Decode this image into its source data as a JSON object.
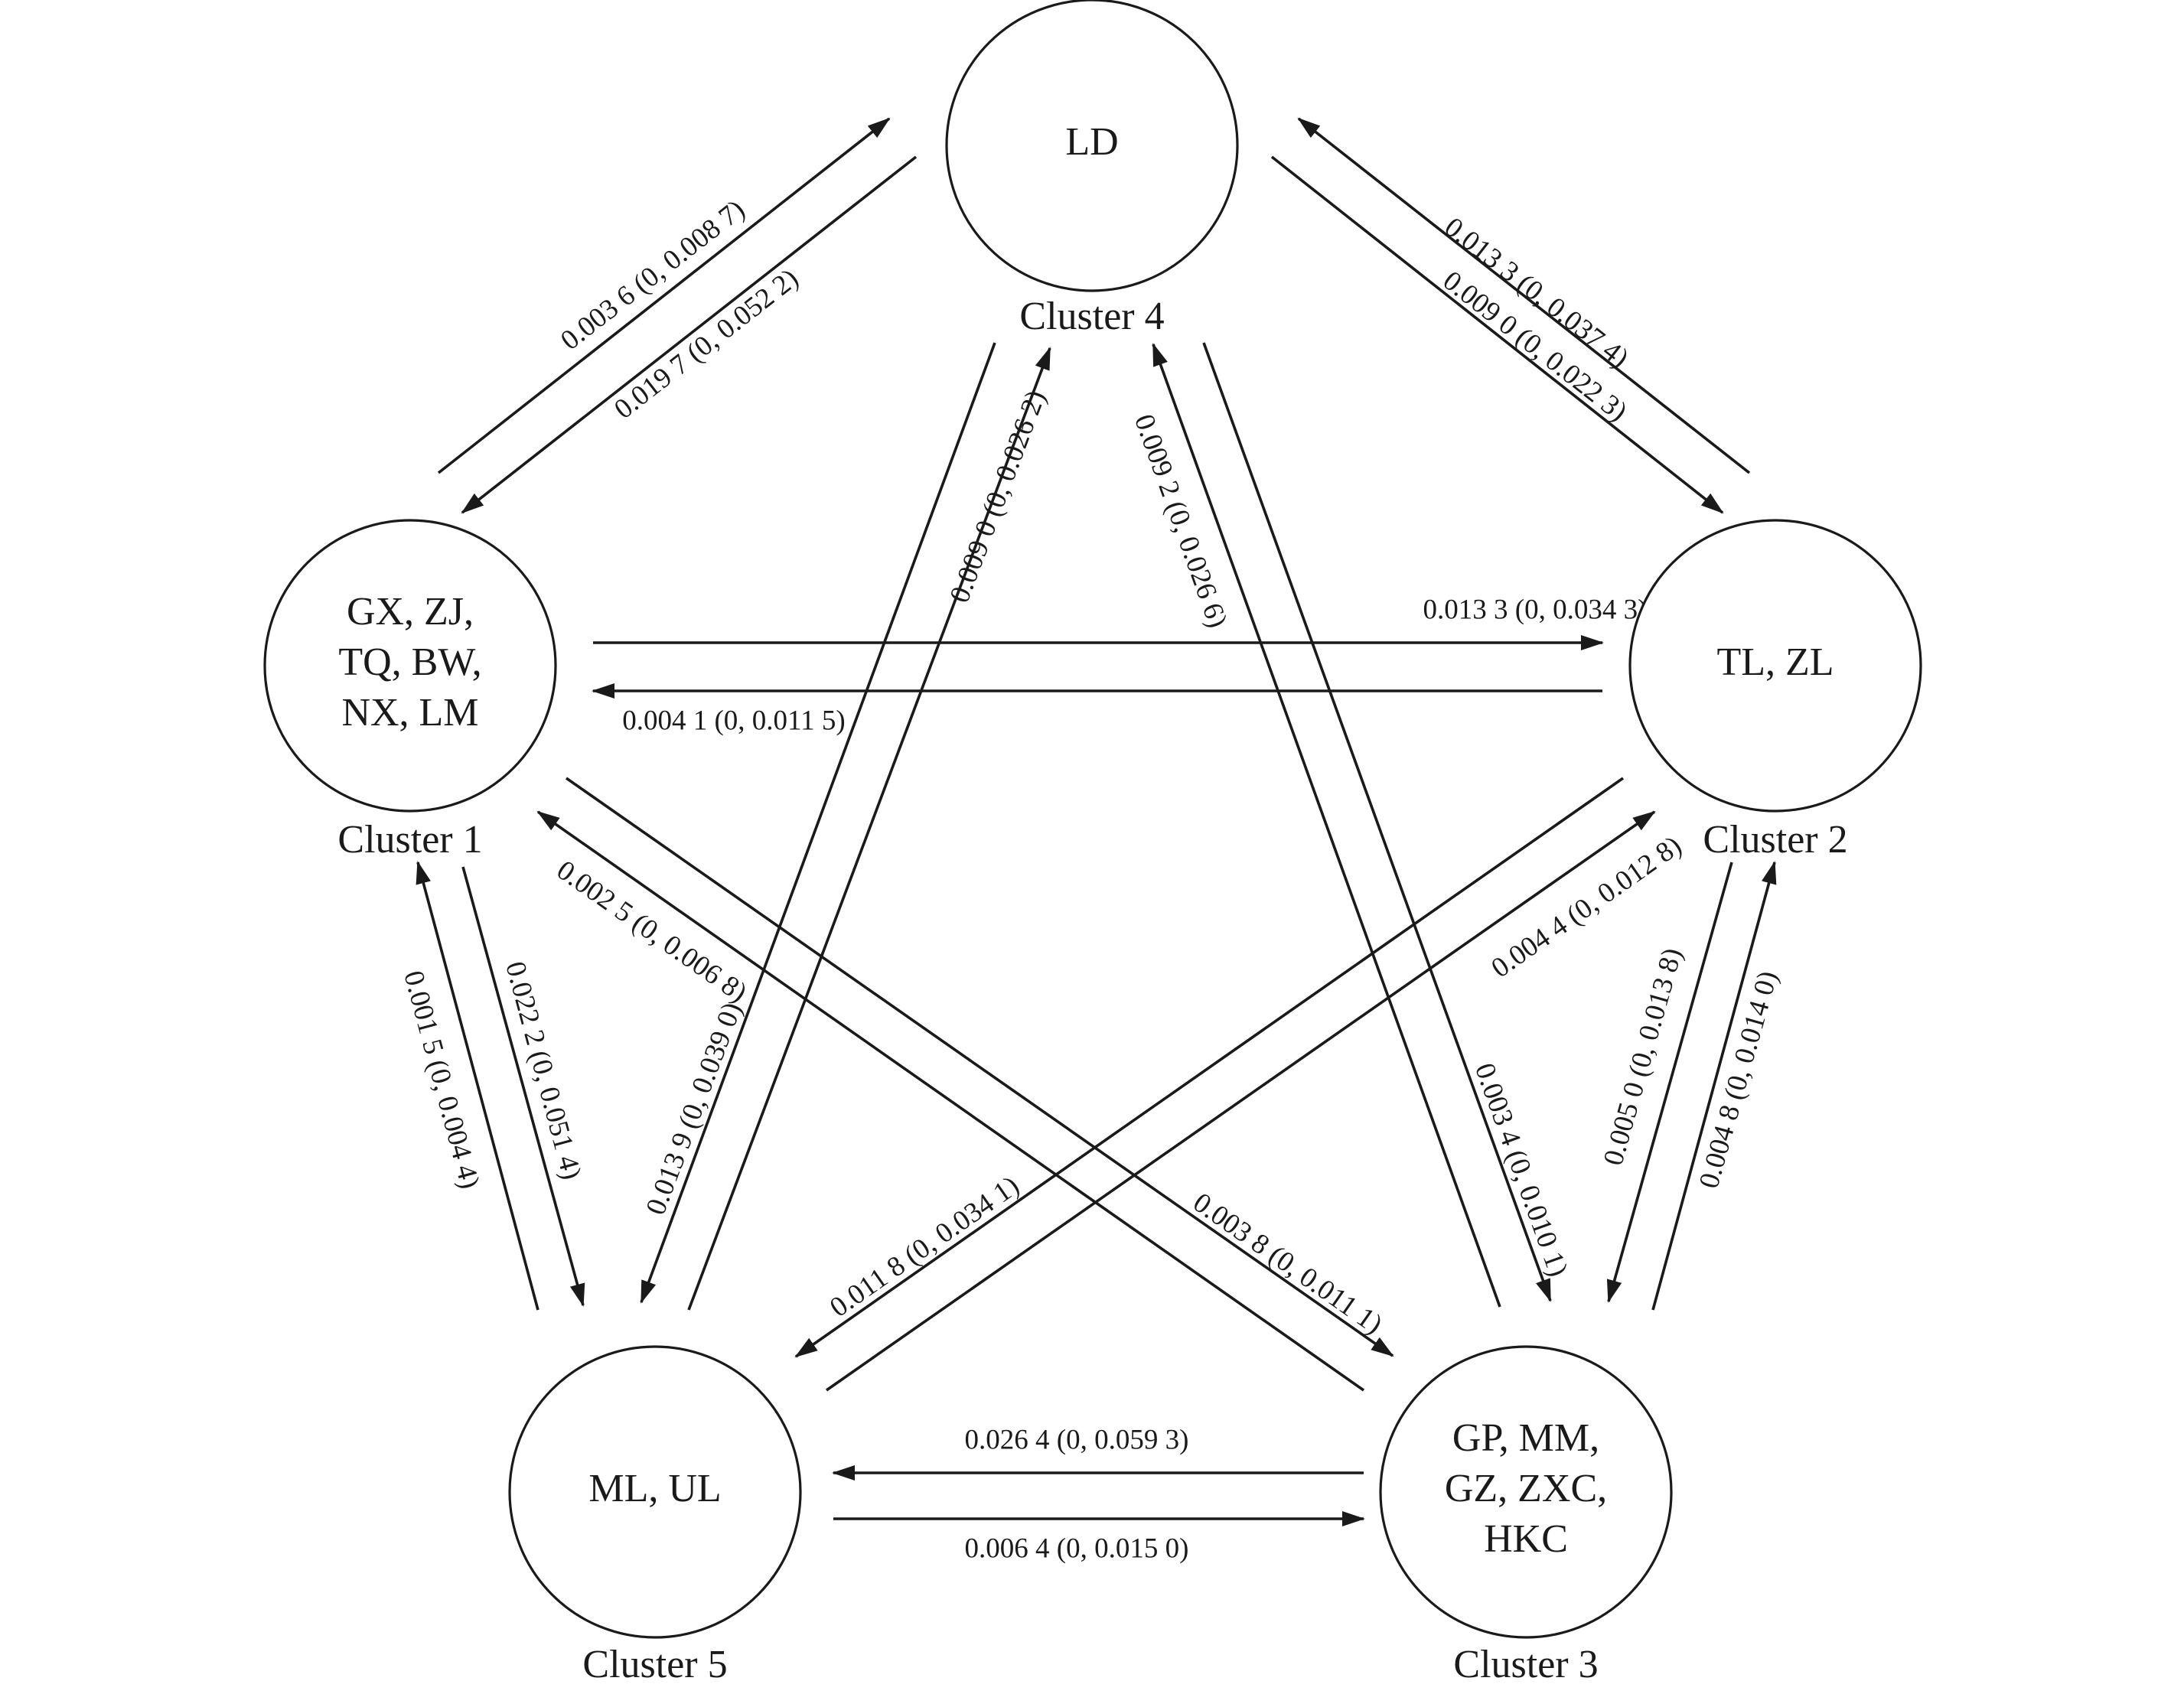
{
  "nodes": [
    {
      "id": "c4",
      "lines": [
        "LD"
      ],
      "cluster_label": "Cluster 4"
    },
    {
      "id": "c1",
      "lines": [
        "GX, ZJ,",
        "TQ, BW,",
        "NX, LM"
      ],
      "cluster_label": "Cluster 1"
    },
    {
      "id": "c2",
      "lines": [
        "TL, ZL"
      ],
      "cluster_label": "Cluster 2"
    },
    {
      "id": "c5",
      "lines": [
        "ML, UL"
      ],
      "cluster_label": "Cluster 5"
    },
    {
      "id": "c3",
      "lines": [
        "GP, MM,",
        "GZ, ZXC,",
        "HKC"
      ],
      "cluster_label": "Cluster 3"
    }
  ],
  "edges": [
    {
      "from": "c1",
      "to": "c4",
      "label": "0.003 6 (0, 0.008 7)"
    },
    {
      "from": "c4",
      "to": "c1",
      "label": "0.019 7 (0, 0.052 2)"
    },
    {
      "from": "c2",
      "to": "c4",
      "label": "0.013 3 (0, 0.037 4)"
    },
    {
      "from": "c4",
      "to": "c2",
      "label": "0.009 0 (0, 0.022 3)"
    },
    {
      "from": "c1",
      "to": "c2",
      "label": "0.013 3 (0, 0.034 3)"
    },
    {
      "from": "c2",
      "to": "c1",
      "label": "0.004 1 (0, 0.011 5)"
    },
    {
      "from": "c5",
      "to": "c4",
      "label": "0.009 0 (0, 0.026 2)"
    },
    {
      "from": "c4",
      "to": "c5",
      "label": "0.013 9 (0, 0.039 0)"
    },
    {
      "from": "c3",
      "to": "c4",
      "label": "0.009 2 (0, 0.026 6)"
    },
    {
      "from": "c4",
      "to": "c3",
      "label": "0.003 4 (0, 0.010 1)"
    },
    {
      "from": "c5",
      "to": "c1",
      "label": "0.001 5 (0, 0.004 4)"
    },
    {
      "from": "c1",
      "to": "c5",
      "label": "0.022 2 (0, 0.051 4)"
    },
    {
      "from": "c3",
      "to": "c1",
      "label": "0.002 5 (0, 0.006 8)"
    },
    {
      "from": "c1",
      "to": "c3",
      "label": "0.003 8 (0, 0.011 1)"
    },
    {
      "from": "c5",
      "to": "c2",
      "label": "0.004 4 (0, 0.012 8)"
    },
    {
      "from": "c2",
      "to": "c5",
      "label": "0.011 8 (0, 0.034 1)"
    },
    {
      "from": "c2",
      "to": "c3",
      "label": "0.005 0 (0, 0.013 8)"
    },
    {
      "from": "c3",
      "to": "c2",
      "label": "0.004 8 (0, 0.014 0)"
    },
    {
      "from": "c3",
      "to": "c5",
      "label": "0.026 4 (0, 0.059 3)"
    },
    {
      "from": "c5",
      "to": "c3",
      "label": "0.006 4 (0, 0.015 0)"
    }
  ]
}
